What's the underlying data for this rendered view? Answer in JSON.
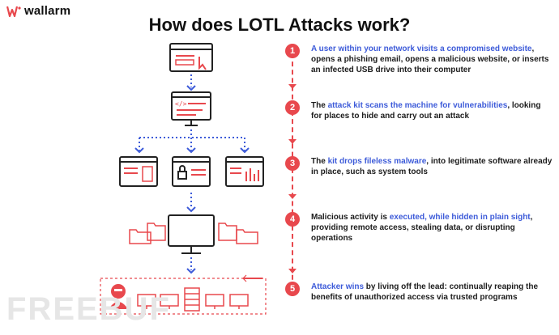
{
  "brand": {
    "name": "wallarm"
  },
  "title": "How does LOTL Attacks work?",
  "steps": [
    {
      "num": "1",
      "highlight": "A user within your network visits a compromised website",
      "text": ", opens a phishing email, opens a malicious website, or inserts an infected USB drive into their computer"
    },
    {
      "num": "2",
      "pre": "The ",
      "highlight": "attack kit scans the machine for vulnerabilities",
      "text": ", looking for places to hide and carry out an attack"
    },
    {
      "num": "3",
      "pre": "The ",
      "highlight": "kit drops fileless malware",
      "text": ", into legitimate software already in place, such as system tools"
    },
    {
      "num": "4",
      "pre": "Malicious activity is ",
      "highlight": "executed, while hidden in plain sight",
      "text": ", providing remote access, stealing data, or disrupting operations"
    },
    {
      "num": "5",
      "highlight": "Attacker wins",
      "text": " by living off the lead: continually reaping the benefits of unauthorized access via trusted programs"
    }
  ],
  "watermark": "FREEBUF",
  "colors": {
    "accent": "#e8484d",
    "highlight": "#3d5bd9",
    "dark": "#222222"
  }
}
